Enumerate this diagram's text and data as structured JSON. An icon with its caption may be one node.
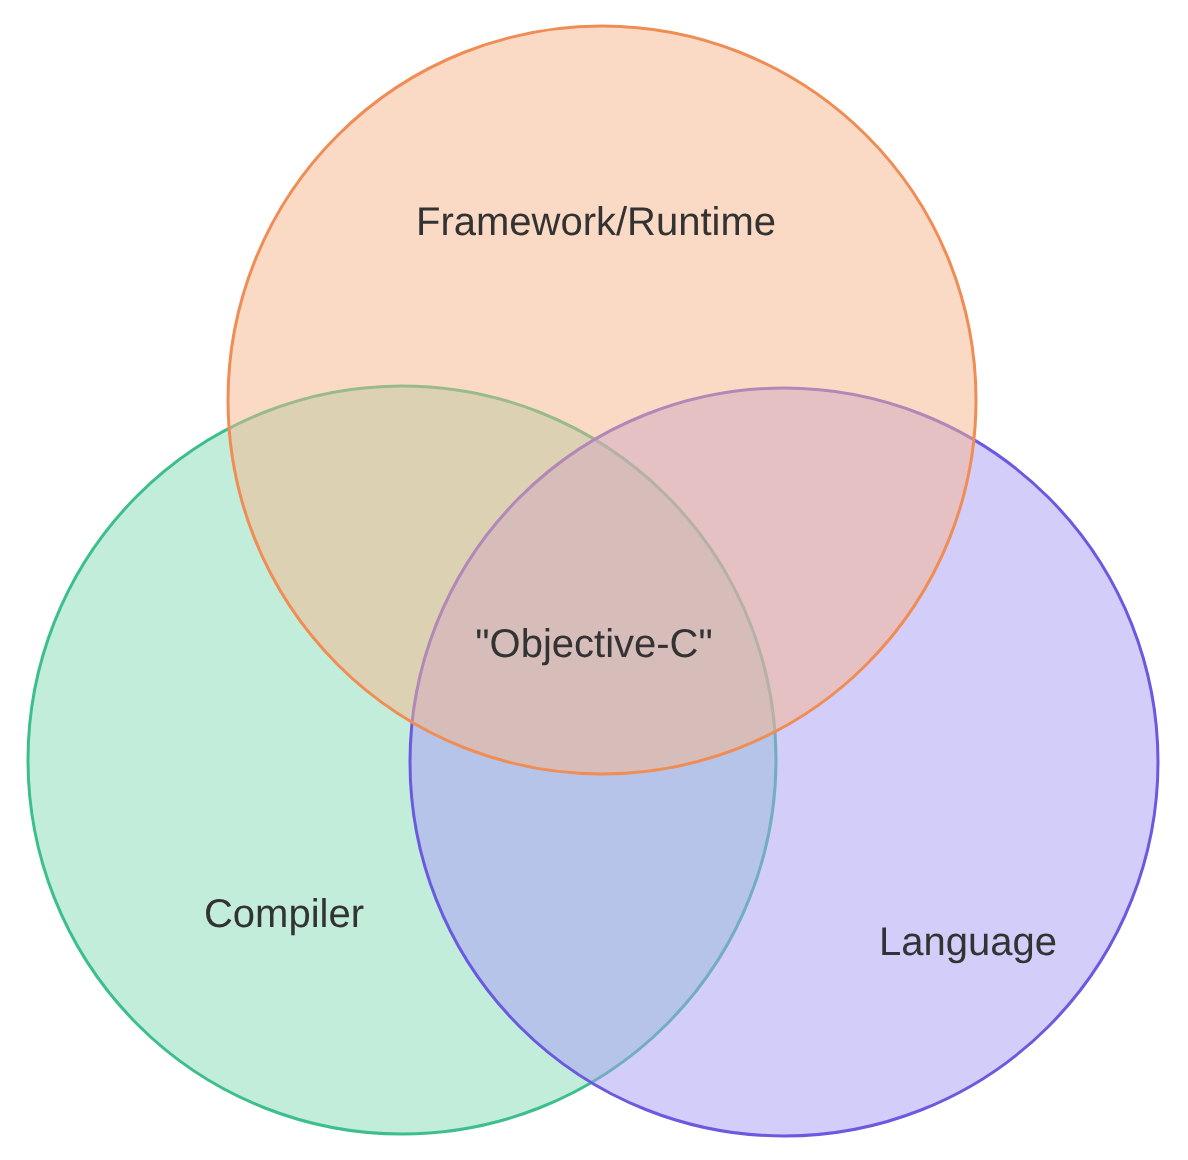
{
  "diagram": {
    "nodes": [
      {
        "text": [
          "Framework/Runtime"
        ]
      },
      {
        "text": [
          "Compiler"
        ]
      },
      {
        "text": [
          "Language"
        ]
      }
    ],
    "labels": [
      "\"Objective-C\""
    ]
  }
}
